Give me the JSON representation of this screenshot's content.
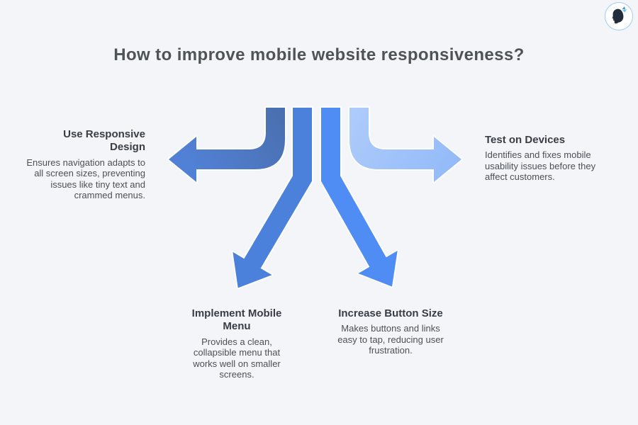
{
  "title": "How to improve mobile website responsiveness?",
  "colors": {
    "background": "#f4f5f9",
    "title_text": "#4e5358",
    "heading_text": "#383e45",
    "body_text": "#4a5057",
    "arrow_outline": "#ffffff"
  },
  "items": [
    {
      "heading": "Use Responsive Design",
      "body": "Ensures navigation adapts to all screen sizes, preventing issues like tiny text and crammed menus.",
      "direction": "left",
      "arrow_color_from": "#4a6fae",
      "arrow_color_to": "#5181d6"
    },
    {
      "heading": "Test on Devices",
      "body": "Identifies and fixes mobile usability issues before they affect customers.",
      "direction": "right",
      "arrow_color_from": "#adcbfb",
      "arrow_color_to": "#93baf8"
    },
    {
      "heading": "Implement Mobile Menu",
      "body": "Provides a clean, collapsible menu that works well on smaller screens.",
      "direction": "down-left",
      "arrow_color": "#4b81da"
    },
    {
      "heading": "Increase Button Size",
      "body": "Makes buttons and links easy to tap, reducing user frustration.",
      "direction": "down-right",
      "arrow_color": "#4f8df5"
    }
  ],
  "logo": {
    "ring": "#9fcdec",
    "background": "#ffffff",
    "head": "#232d3a",
    "butterfly_dark": "#3f9ad1",
    "butterfly_light": "#6ec6ea"
  }
}
